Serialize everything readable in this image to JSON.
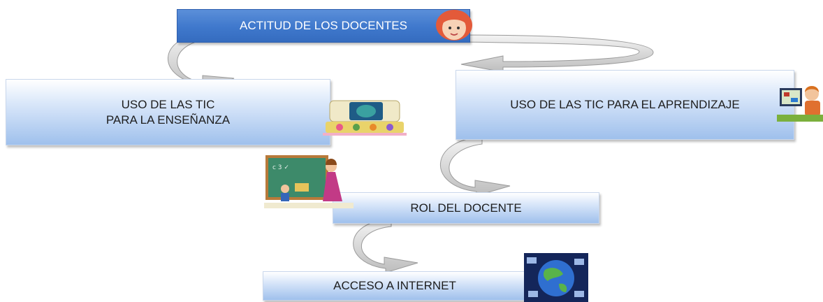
{
  "nodes": {
    "actitud": "ACTITUD DE LOS DOCENTES",
    "uso_ensenanza": "USO DE LAS TIC\nPARA LA ENSEÑANZA",
    "uso_aprendizaje": "USO DE LAS TIC PARA EL APRENDIZAJE",
    "rol": "ROL DEL DOCENTE",
    "acceso": "ACCESO A INTERNET"
  },
  "colors": {
    "title_box": "#4a83d3",
    "box_gradient_bottom": "#9fc0ec",
    "arrow_fill": "#d9d9d9"
  },
  "icons": [
    "girl-face-icon",
    "classroom-computer-icon",
    "child-computer-icon",
    "teacher-student-icon",
    "globe-network-icon"
  ]
}
